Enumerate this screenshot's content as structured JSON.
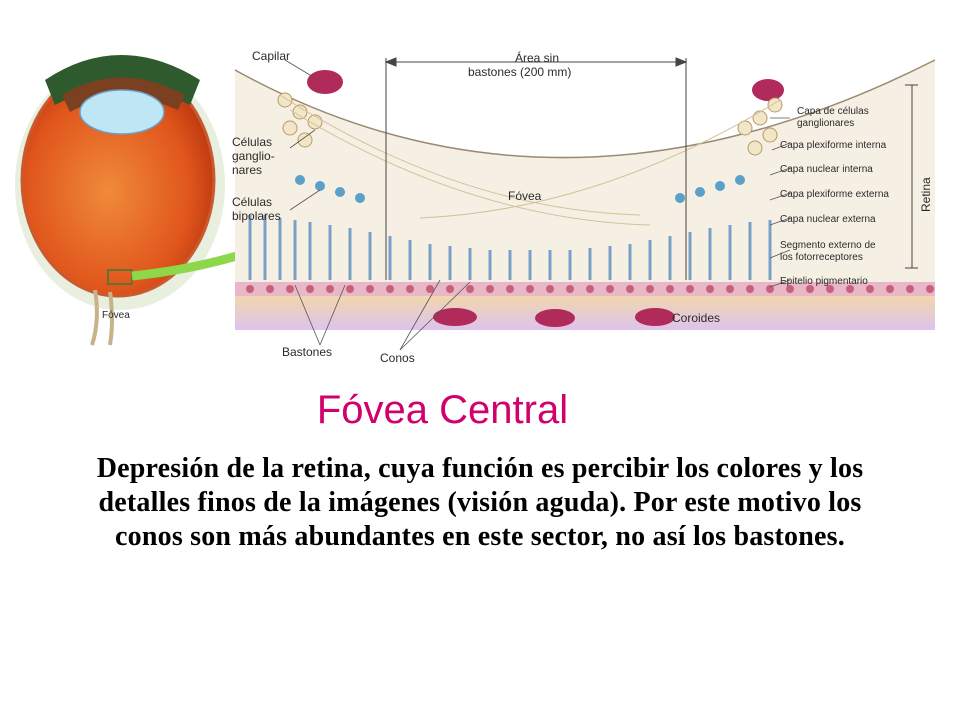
{
  "figure": {
    "labels": {
      "capilar": "Capilar",
      "area_line1": "Área sin",
      "area_line2": "bastones (200 mm)",
      "celulas_gang_1": "Células",
      "celulas_gang_2": "ganglio-",
      "celulas_gang_3": "nares",
      "celulas_bip_1": "Células",
      "celulas_bip_2": "bipolares",
      "fovea_center": "Fóvea",
      "fovea_eye": "Fóvea",
      "bastones": "Bastones",
      "conos": "Conos",
      "coroides": "Coroides",
      "retina": "Retina",
      "capa_gang_1": "Capa de células",
      "capa_gang_2": "ganglionares",
      "plex_int": "Capa plexiforme interna",
      "nuc_int": "Capa nuclear interna",
      "plex_ext": "Capa plexiforme externa",
      "nuc_ext": "Capa nuclear externa",
      "seg_1": "Segmento externo de",
      "seg_2": "los fotorreceptores",
      "epitelio": "Epitelio pigmentario"
    }
  },
  "title": "Fóvea Central",
  "description": "Depresión de la retina, cuya función es percibir los colores y los detalles finos de la imágenes (visión aguda). Por este motivo los conos son más abundantes en este sector, no así los bastones."
}
